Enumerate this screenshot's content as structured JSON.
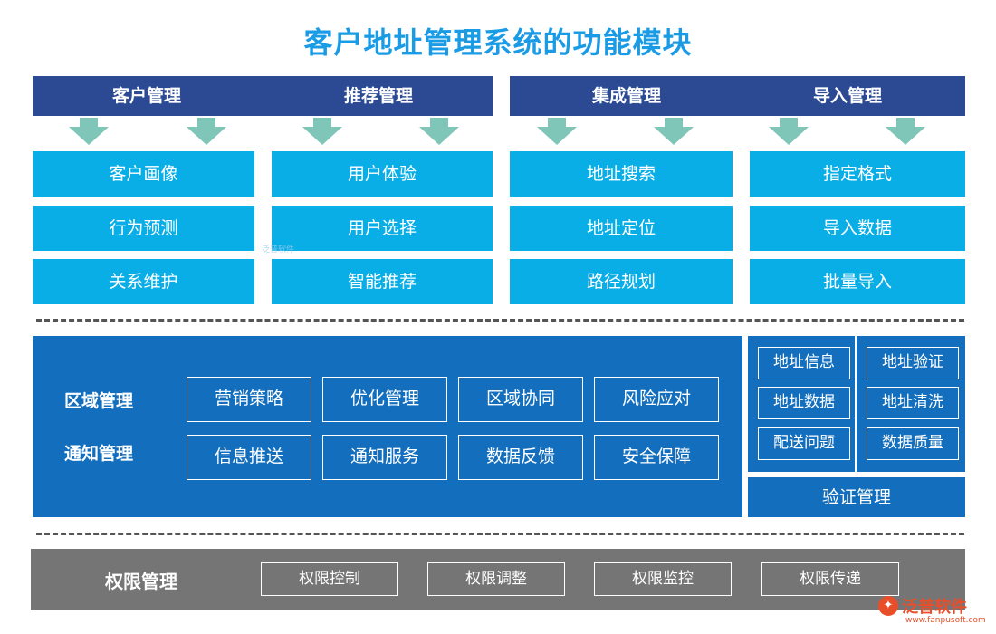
{
  "title": "客户地址管理系统的功能模块",
  "colors": {
    "title": "#1a9be6",
    "header_bar": "#2b4a93",
    "arrow": "#7fc6b8",
    "cyan_box": "#0aaee7",
    "mid_panel": "#136fbd",
    "bottom_panel": "#757575",
    "logo": "#e94e2b"
  },
  "top_headers": [
    {
      "label": "客户管理"
    },
    {
      "label": "推荐管理"
    },
    {
      "label": "集成管理"
    },
    {
      "label": "导入管理"
    }
  ],
  "top_columns": [
    {
      "items": [
        "客户画像",
        "行为预测",
        "关系维护"
      ]
    },
    {
      "items": [
        "用户体验",
        "用户选择",
        "智能推荐"
      ]
    },
    {
      "items": [
        "地址搜索",
        "地址定位",
        "路径规划"
      ]
    },
    {
      "items": [
        "指定格式",
        "导入数据",
        "批量导入"
      ]
    }
  ],
  "middle": {
    "row1_label": "区域管理",
    "row2_label": "通知管理",
    "row1_items": [
      "营销策略",
      "优化管理",
      "区域协同",
      "风险应对"
    ],
    "row2_items": [
      "信息推送",
      "通知服务",
      "数据反馈",
      "安全保障"
    ]
  },
  "verify": {
    "left_items": [
      "地址信息",
      "地址数据",
      "配送问题"
    ],
    "right_items": [
      "地址验证",
      "地址清洗",
      "数据质量"
    ],
    "label": "验证管理"
  },
  "bottom": {
    "label": "权限管理",
    "items": [
      "权限控制",
      "权限调整",
      "权限监控",
      "权限传递"
    ]
  },
  "watermark": {
    "center_text": "泛普软件",
    "logo_text": "泛普软件",
    "logo_url": "www.fanpusoft.com"
  }
}
